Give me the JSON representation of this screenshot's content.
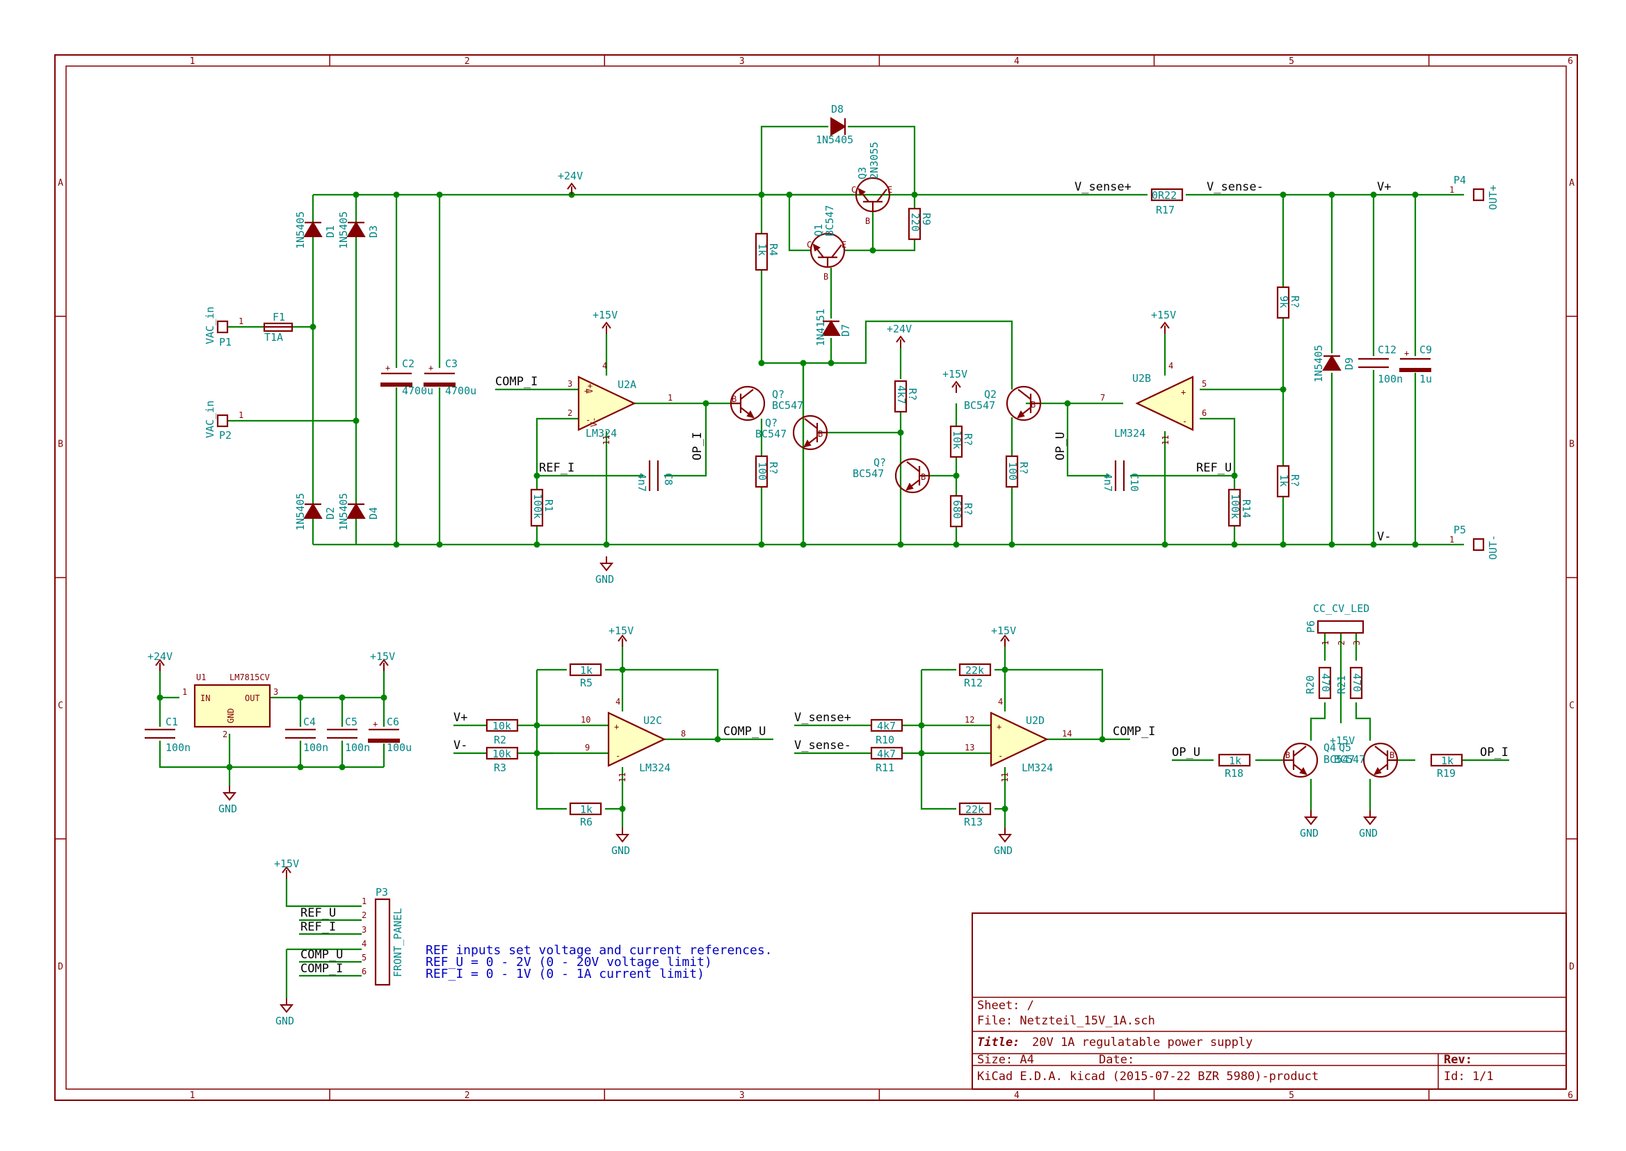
{
  "title_block": {
    "sheet": "Sheet: /",
    "file": "File: Netzteil_15V_1A.sch",
    "title_label": "Title:",
    "title": "20V 1A regulatable power supply",
    "size": "Size: A4",
    "date": "Date:",
    "rev": "Rev:",
    "tool": "KiCad E.D.A.  kicad (2015-07-22 BZR 5980)-product",
    "id": "Id: 1/1"
  },
  "frame": {
    "columns": [
      "1",
      "2",
      "3",
      "4",
      "5",
      "6"
    ],
    "rows": [
      "A",
      "B",
      "C",
      "D"
    ]
  },
  "note": [
    "REF inputs set voltage and current references.",
    "REF_U = 0 - 2V (0 - 20V voltage limit)",
    "REF_I = 0 - 1V (0 - 1A current limit)"
  ],
  "components": {
    "P1": {
      "ref": "P1",
      "val": "VAC_in"
    },
    "P2": {
      "ref": "P2",
      "val": "VAC_in"
    },
    "F1": {
      "ref": "F1",
      "val": "T1A"
    },
    "D1": {
      "ref": "D1",
      "val": "1N5405"
    },
    "D2": {
      "ref": "D2",
      "val": "1N5405"
    },
    "D3": {
      "ref": "D3",
      "val": "1N5405"
    },
    "D4": {
      "ref": "D4",
      "val": "1N5405"
    },
    "C2": {
      "ref": "C2",
      "val": "4700u"
    },
    "C3": {
      "ref": "C3",
      "val": "4700u"
    },
    "D8": {
      "ref": "D8",
      "val": "1N5405"
    },
    "Q3": {
      "ref": "Q3",
      "val": "2N3055"
    },
    "Q1": {
      "ref": "Q1",
      "val": "BC547"
    },
    "R4": {
      "ref": "R4",
      "val": "1k"
    },
    "R9": {
      "ref": "R9",
      "val": "220"
    },
    "D7": {
      "ref": "D7",
      "val": "1N4151"
    },
    "R17": {
      "ref": "R17",
      "val": "0R22"
    },
    "U2A": {
      "ref": "U2A",
      "val": "LM324"
    },
    "U2B": {
      "ref": "U2B",
      "val": "LM324"
    },
    "U2C": {
      "ref": "U2C",
      "val": "LM324"
    },
    "U2D": {
      "ref": "U2D",
      "val": "LM324"
    },
    "Q_a": {
      "ref": "Q?",
      "val": "BC547"
    },
    "Q_b": {
      "ref": "Q?",
      "val": "BC547"
    },
    "Q_c": {
      "ref": "Q?",
      "val": "BC547"
    },
    "Q2": {
      "ref": "Q2",
      "val": "BC547"
    },
    "R_100": {
      "ref": "R?",
      "val": "100"
    },
    "R_4k7": {
      "ref": "R?",
      "val": "4k7"
    },
    "R_10k": {
      "ref": "R?",
      "val": "10k"
    },
    "R_680": {
      "ref": "R?",
      "val": "680"
    },
    "R_100b": {
      "ref": "R?",
      "val": "100"
    },
    "R1": {
      "ref": "R1",
      "val": "100k"
    },
    "C8": {
      "ref": "C8",
      "val": "4n7"
    },
    "C10": {
      "ref": "C10",
      "val": "4n7"
    },
    "R14": {
      "ref": "R14",
      "val": "100k"
    },
    "R_9k": {
      "ref": "R?",
      "val": "9k"
    },
    "R_1k": {
      "ref": "R?",
      "val": "1k"
    },
    "D9": {
      "ref": "D9",
      "val": "1N5405"
    },
    "C12": {
      "ref": "C12",
      "val": "100n"
    },
    "C9": {
      "ref": "C9",
      "val": "1u"
    },
    "P4": {
      "ref": "P4",
      "val": "OUT+"
    },
    "P5": {
      "ref": "P5",
      "val": "OUT-"
    },
    "U1": {
      "ref": "U1",
      "val": "LM7815CV",
      "in": "IN",
      "out": "OUT",
      "gnd": "GND"
    },
    "C1": {
      "ref": "C1",
      "val": "100n"
    },
    "C4": {
      "ref": "C4",
      "val": "100n"
    },
    "C5": {
      "ref": "C5",
      "val": "100n"
    },
    "C6": {
      "ref": "C6",
      "val": "100u"
    },
    "R2": {
      "ref": "R2",
      "val": "10k"
    },
    "R3": {
      "ref": "R3",
      "val": "10k"
    },
    "R5": {
      "ref": "R5",
      "val": "1k"
    },
    "R6": {
      "ref": "R6",
      "val": "1k"
    },
    "R10": {
      "ref": "R10",
      "val": "4k7"
    },
    "R11": {
      "ref": "R11",
      "val": "4k7"
    },
    "R12": {
      "ref": "R12",
      "val": "22k"
    },
    "R13": {
      "ref": "R13",
      "val": "22k"
    },
    "P6": {
      "ref": "P6",
      "val": "CC_CV_LED"
    },
    "R20": {
      "ref": "R20",
      "val": "470"
    },
    "R21": {
      "ref": "R21",
      "val": "470"
    },
    "R18": {
      "ref": "R18",
      "val": "1k"
    },
    "R19": {
      "ref": "R19",
      "val": "1k"
    },
    "Q4": {
      "ref": "Q4",
      "val": "BC547"
    },
    "Q5": {
      "ref": "Q5",
      "val": "BC547"
    },
    "P3": {
      "ref": "P3",
      "val": "FRONT_PANEL"
    }
  },
  "nets": {
    "comp_i": "COMP_I",
    "comp_u": "COMP_U",
    "ref_i": "REF_I",
    "ref_u": "REF_U",
    "op_i": "OP_I",
    "op_u": "OP_U",
    "v_sense_p": "V_sense+",
    "v_sense_m": "V_sense-",
    "v_plus": "V+",
    "v_minus": "V-"
  },
  "power": {
    "p24": "+24V",
    "p15": "+15V",
    "gnd": "GND"
  },
  "pins": {
    "conn": [
      "1",
      "2",
      "3",
      "4",
      "5",
      "6"
    ],
    "opamp": {
      "vp": "V+",
      "vm": "V-",
      "plus": "+",
      "minus": "-",
      "p4": "4",
      "p11": "11"
    },
    "u2a": {
      "in_p": "3",
      "in_m": "2",
      "out": "1"
    },
    "u2b": {
      "in_p": "5",
      "in_m": "6",
      "out": "7"
    },
    "u2c": {
      "in_p": "10",
      "in_m": "9",
      "out": "8"
    },
    "u2d": {
      "in_p": "12",
      "in_m": "13",
      "out": "14"
    },
    "u1": {
      "in": "1",
      "gnd": "2",
      "out": "3"
    },
    "bjt": {
      "b": "B",
      "c": "C",
      "e": "E"
    }
  }
}
